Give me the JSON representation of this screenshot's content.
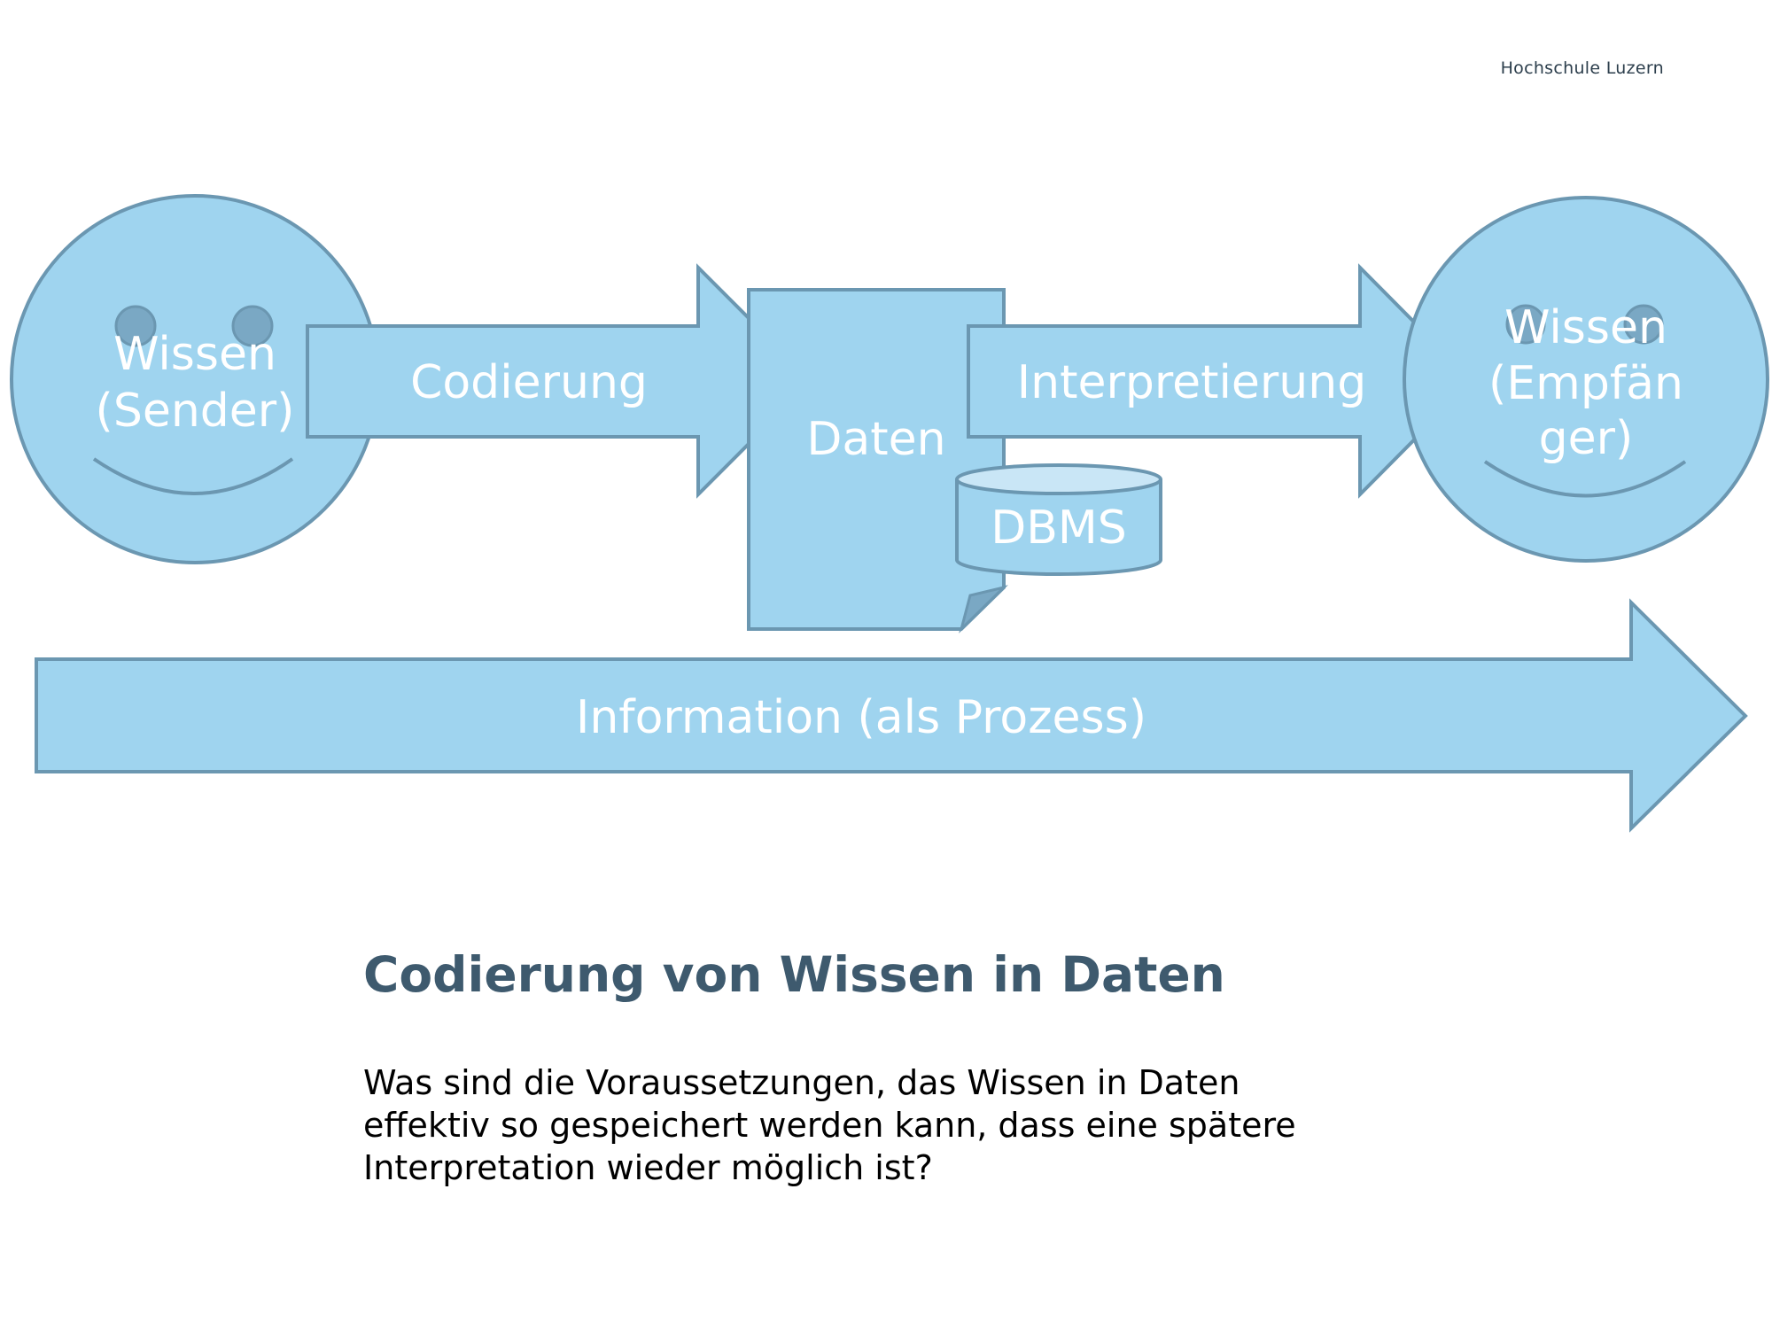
{
  "header": {
    "brand": "Hochschule Luzern"
  },
  "diagram": {
    "sender": {
      "line1": "Wissen",
      "line2": "(Sender)"
    },
    "codierung": "Codierung",
    "daten": "Daten",
    "dbms": "DBMS",
    "interpretierung": "Interpretierung",
    "empfaenger": {
      "line1": "Wissen",
      "line2": "(Empfän",
      "line3": "ger)"
    },
    "information": "Information (als Prozess)"
  },
  "content": {
    "title": "Codierung von Wissen in Daten",
    "body_lines": [
      "Was sind die Voraussetzungen, das Wissen in Daten",
      "effektiv so gespeichert werden kann, dass eine spätere",
      "Interpretation wieder möglich ist?"
    ]
  },
  "colors": {
    "fill": "#9fd4ef",
    "stroke": "#6b97b1",
    "eyes": "#7aa8c4",
    "dbms_top": "#c9e6f6",
    "title": "#3e5a6e"
  }
}
